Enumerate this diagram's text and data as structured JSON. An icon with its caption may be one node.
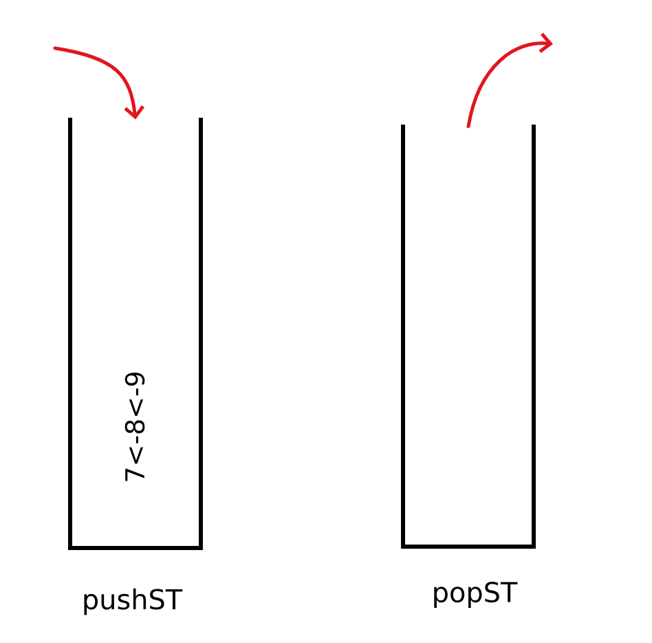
{
  "diagram": {
    "nodes": [
      {
        "text": [
          "7<-8<-9",
          "pushST"
        ]
      },
      {
        "text": [
          "popST"
        ]
      }
    ],
    "edges": [
      {
        "from": null,
        "to": 0,
        "arrow": "to"
      },
      {
        "from": 1,
        "to": null,
        "arrow": "to"
      }
    ]
  }
}
